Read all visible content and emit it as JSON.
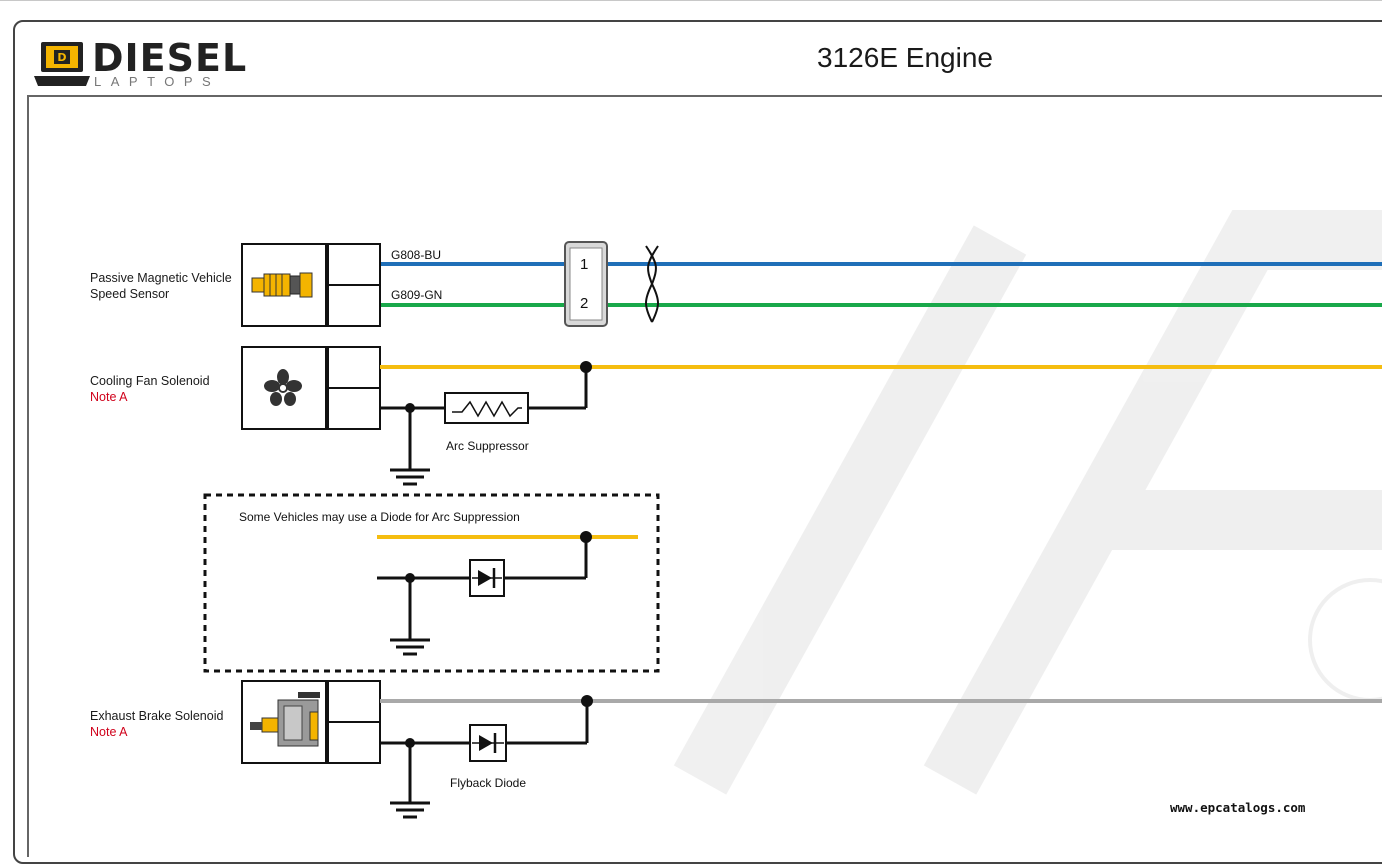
{
  "header": {
    "title": "3126E Engine",
    "logo": {
      "word": "DIESEL",
      "sub": "LAPTOPS"
    }
  },
  "components": [
    {
      "id": "vss",
      "label_line1": "Passive Magnetic Vehicle",
      "label_line2": "Speed Sensor",
      "note": ""
    },
    {
      "id": "fan",
      "label_line1": "Cooling Fan Solenoid",
      "label_line2": "",
      "note": "Note A"
    },
    {
      "id": "brake",
      "label_line1": "Exhaust Brake Solenoid",
      "label_line2": "",
      "note": "Note A"
    }
  ],
  "wires": {
    "g808": {
      "label": "G808-BU",
      "color": "#1f6fb8"
    },
    "g809": {
      "label": "G809-GN",
      "color": "#19a84a"
    },
    "fan_supply": {
      "color": "#f5bd10"
    },
    "brake_supply": {
      "color": "#a9a9a9"
    }
  },
  "connector": {
    "pin1": "1",
    "pin2": "2"
  },
  "arc_suppressor": {
    "label": "Arc Suppressor"
  },
  "diode_alt": {
    "label": "Some Vehicles may use a Diode for Arc Suppression"
  },
  "flyback": {
    "label": "Flyback Diode"
  },
  "footer": {
    "url": "www.epcatalogs.com"
  }
}
